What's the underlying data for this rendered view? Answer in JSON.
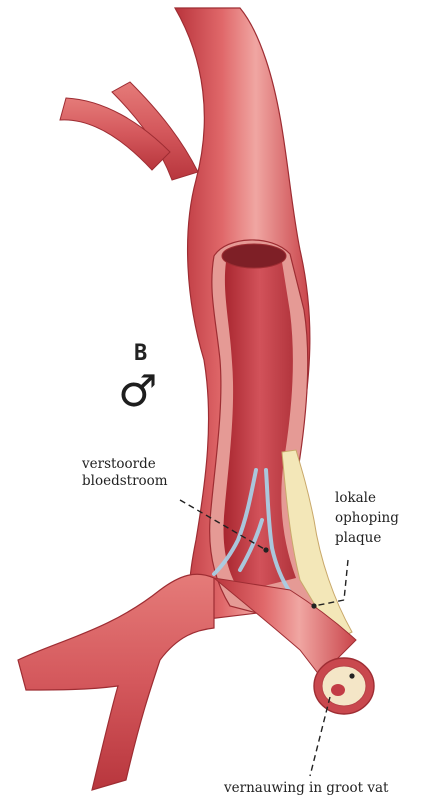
{
  "figure": {
    "panel_letter": "B",
    "symbol": "♂",
    "labels": {
      "disturbed_flow": [
        "verstoorde",
        "bloedstroom"
      ],
      "plaque": [
        "lokale",
        "ophoping",
        "plaque"
      ],
      "narrowing": "vernauwing in groot vat"
    }
  },
  "colors": {
    "vessel": "#d9555a",
    "vessel_dark": "#b8343b",
    "lumen": "#c23c45",
    "plaque": "#f3e7b8",
    "flow": "#a9cde4"
  }
}
